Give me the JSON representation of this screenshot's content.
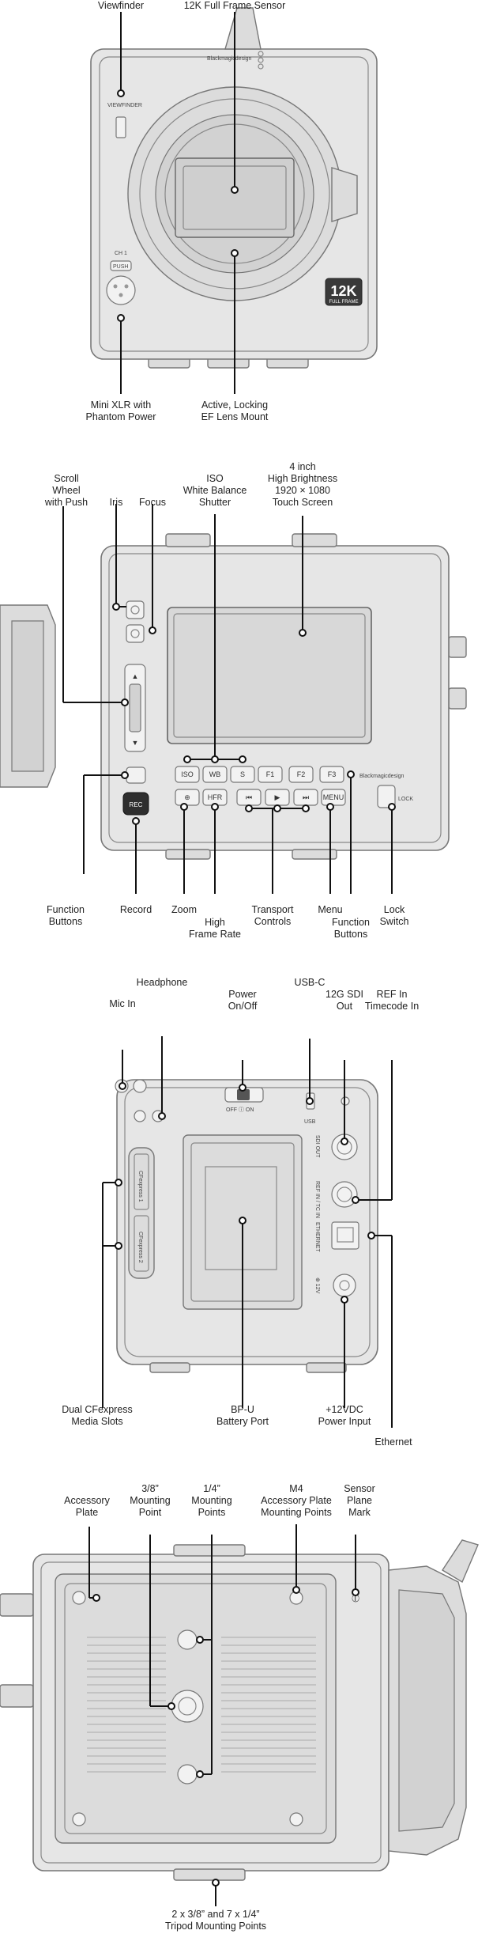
{
  "front": {
    "callouts": [
      {
        "id": "viewfinder",
        "label": "Viewfinder"
      },
      {
        "id": "sensor",
        "label": "12K Full Frame Sensor"
      },
      {
        "id": "mini_xlr",
        "label": "Mini XLR with\nPhantom Power"
      },
      {
        "id": "lens_mount",
        "label": "Active, Locking\nEF Lens Mount"
      }
    ],
    "printed": {
      "brand": "Blackmagicdesign",
      "viewfinder_tag": "VIEWFINDER",
      "ch1": "CH 1",
      "push": "PUSH",
      "badge_big": "12K",
      "badge_small": "FULL FRAME"
    }
  },
  "rear": {
    "callouts": [
      {
        "id": "scroll",
        "label": "Scroll\nWheel\nwith Push"
      },
      {
        "id": "iris",
        "label": "Iris"
      },
      {
        "id": "focus",
        "label": "Focus"
      },
      {
        "id": "iso_wb",
        "label": "ISO\nWhite Balance\nShutter"
      },
      {
        "id": "screen",
        "label": "4 inch\nHigh Brightness\n1920 × 1080\nTouch Screen"
      },
      {
        "id": "fn_left",
        "label": "Function\nButtons"
      },
      {
        "id": "record",
        "label": "Record"
      },
      {
        "id": "zoom",
        "label": "Zoom"
      },
      {
        "id": "hfr",
        "label": "High\nFrame Rate"
      },
      {
        "id": "transport",
        "label": "Transport\nControls"
      },
      {
        "id": "menu",
        "label": "Menu"
      },
      {
        "id": "fn_right",
        "label": "Function\nButtons"
      },
      {
        "id": "lock",
        "label": "Lock\nSwitch"
      }
    ],
    "buttons": {
      "iso": "ISO",
      "wb": "WB",
      "s": "S",
      "f1": "F1",
      "f2": "F2",
      "f3": "F3",
      "hfr": "HFR",
      "menu": "MENU",
      "rec": "REC",
      "lock": "LOCK"
    },
    "brand": "Blackmagicdesign"
  },
  "side": {
    "callouts": [
      {
        "id": "headphone",
        "label": "Headphone"
      },
      {
        "id": "mic",
        "label": "Mic In"
      },
      {
        "id": "power",
        "label": "Power\nOn/Off"
      },
      {
        "id": "usbc",
        "label": "USB-C"
      },
      {
        "id": "sdi",
        "label": "12G SDI\nOut"
      },
      {
        "id": "ref",
        "label": "REF In\nTimecode In"
      },
      {
        "id": "cfexpress",
        "label": "Dual CFexpress\nMedia Slots"
      },
      {
        "id": "bpu",
        "label": "BP-U\nBattery Port"
      },
      {
        "id": "dc",
        "label": "+12VDC\nPower Input"
      },
      {
        "id": "ethernet",
        "label": "Ethernet"
      }
    ],
    "printed": {
      "off_on": "OFF  ⓘ  ON",
      "usb": "USB",
      "sdi_out": "SDI OUT",
      "ref_in": "REF IN / TC IN",
      "ethernet": "ETHERNET",
      "dc": "⊕ 12V",
      "slot1": "CFexpress 1",
      "slot2": "CFexpress 2"
    }
  },
  "bottom": {
    "callouts": [
      {
        "id": "accessory",
        "label": "Accessory\nPlate"
      },
      {
        "id": "mount38",
        "label": "3/8”\nMounting\nPoint"
      },
      {
        "id": "mount14",
        "label": "1/4”\nMounting\nPoints"
      },
      {
        "id": "m4",
        "label": "M4\nAccessory Plate\nMounting Points"
      },
      {
        "id": "plane",
        "label": "Sensor\nPlane\nMark"
      },
      {
        "id": "tripod",
        "label": "2 x 3/8” and 7 x 1/4”\nTripod Mounting Points"
      }
    ]
  }
}
